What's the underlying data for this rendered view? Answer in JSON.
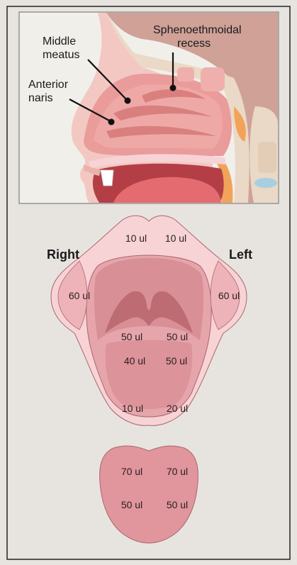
{
  "anatomy": {
    "labels": {
      "sphenoethmoidal_line1": "Sphenoethmoidal",
      "sphenoethmoidal_line2": "recess",
      "middle_line1": "Middle",
      "middle_line2": "meatus",
      "anterior_line1": "Anterior",
      "anterior_line2": "naris"
    }
  },
  "mouth": {
    "side_right": "Right",
    "side_left": "Left",
    "volumes": {
      "upper_lip_right": "10 ul",
      "upper_lip_left": "10 ul",
      "cheek_right": "60 ul",
      "cheek_left": "60 ul",
      "palate_right": "50 ul",
      "palate_left": "50 ul",
      "mid_right": "40 ul",
      "mid_left": "50 ul",
      "lower_lip_right": "10 ul",
      "lower_lip_left": "20 ul"
    }
  },
  "tongue": {
    "volumes": {
      "upper_right": "70 ul",
      "upper_left": "70 ul",
      "lower_right": "50 ul",
      "lower_left": "50 ul"
    }
  },
  "colors": {
    "background": "#e7e4df",
    "frame": "#222222",
    "skin_pink": "#f7d3d6",
    "mouth_mid": "#e6a5ab",
    "mouth_inner": "#d98f96",
    "palate": "#bd6c74",
    "tongue": "#e1959d",
    "bone": "#e9d9c6",
    "brain_rose": "#cfa197"
  }
}
